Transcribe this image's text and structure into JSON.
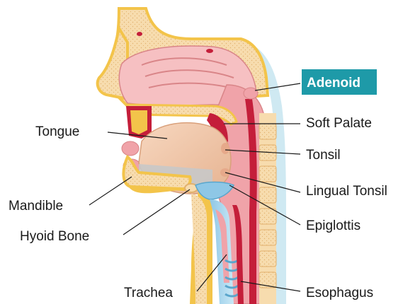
{
  "labels": {
    "adenoid": "Adenoid",
    "soft_palate": "Soft Palate",
    "tongue": "Tongue",
    "tonsil": "Tonsil",
    "lingual_tonsil": "Lingual Tonsil",
    "mandible": "Mandible",
    "epiglottis": "Epiglottis",
    "hyoid_bone": "Hyoid Bone",
    "trachea": "Trachea",
    "esophagus": "Esophagus"
  },
  "highlighted_label": "adenoid",
  "colors": {
    "highlight": "#1e9aa8",
    "bone": "#f6d9a8",
    "bone_border": "#f3c44a",
    "soft_tissue": "#f0a3a9",
    "nasal_cavity": "#f6c0c2",
    "tongue": "#eec4a4",
    "muscle": "#c41e3a",
    "airway": "#a9d7ee",
    "skin": "#cfe9f2"
  }
}
